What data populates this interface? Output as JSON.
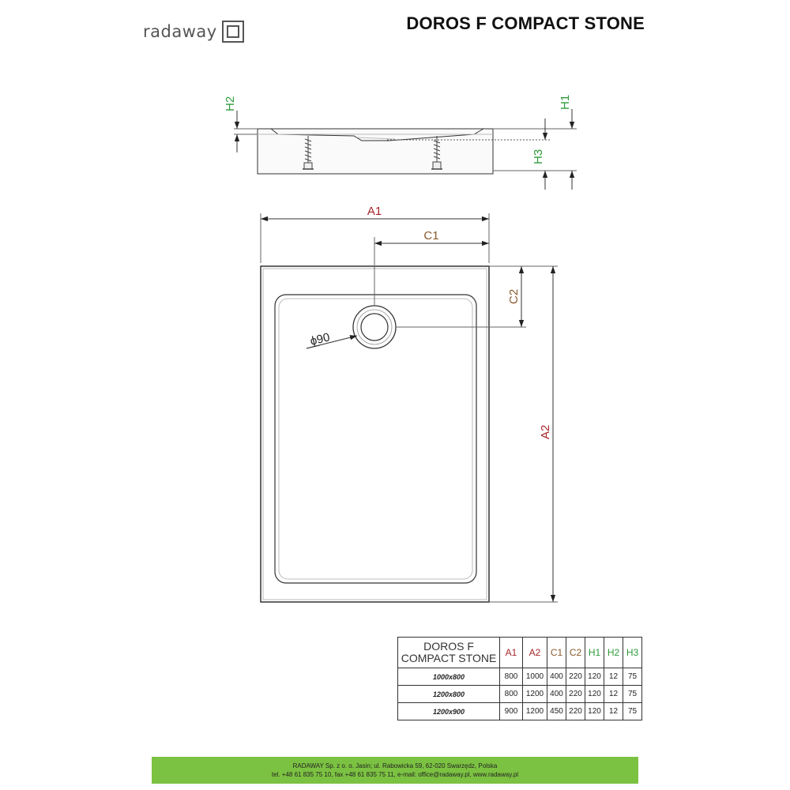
{
  "brand": {
    "logo_text": "radaway"
  },
  "title": "DOROS F COMPACT STONE",
  "colors": {
    "a_dims": "#a6262b",
    "c_dims": "#8a5a2b",
    "h_dims": "#2e9b3a",
    "footer_bg": "#7cc242"
  },
  "side_view": {
    "labels": {
      "h1": "H1",
      "h2": "H2",
      "h3": "H3"
    }
  },
  "top_view": {
    "labels": {
      "a1": "A1",
      "a2": "A2",
      "c1": "C1",
      "c2": "C2"
    },
    "drain_label": "ϕ90"
  },
  "table": {
    "model_line1": "DOROS F",
    "model_line2": "COMPACT STONE",
    "headers": [
      "A1",
      "A2",
      "C1",
      "C2",
      "H1",
      "H2",
      "H3"
    ],
    "rows": [
      {
        "size": "1000x800",
        "values": [
          "800",
          "1000",
          "400",
          "220",
          "120",
          "12",
          "75"
        ]
      },
      {
        "size": "1200x800",
        "values": [
          "800",
          "1200",
          "400",
          "220",
          "120",
          "12",
          "75"
        ]
      },
      {
        "size": "1200x900",
        "values": [
          "900",
          "1200",
          "450",
          "220",
          "120",
          "12",
          "75"
        ]
      }
    ]
  },
  "footer": {
    "line1": "RADAWAY Sp. z o. o. Jasin; ul. Rabowicka 59, 62-020 Swarzędz, Polska",
    "line2": "tel. +48 61 835 75 10, fax +48 61 835 75 11, e-mail: office@radaway.pl, www.radaway.pl"
  }
}
